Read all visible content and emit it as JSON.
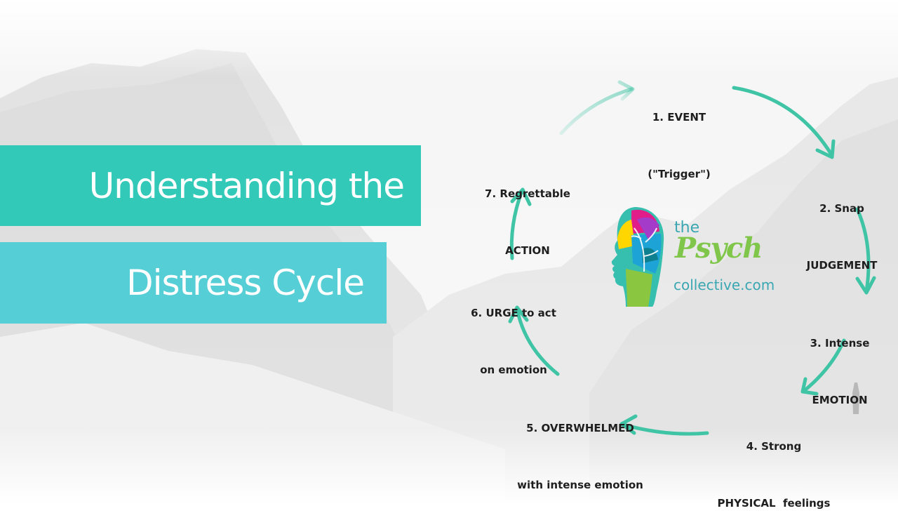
{
  "title": {
    "line1": "Understanding the",
    "line2": "Distress Cycle"
  },
  "colors": {
    "banner_primary": "#33c9b8",
    "banner_secondary": "#55ced6",
    "arrow": "#3fc4a5",
    "text": "#1e1e1e"
  },
  "cycle": {
    "steps": [
      {
        "id": "event",
        "line1": "1. EVENT",
        "line2": "(\"Trigger\")"
      },
      {
        "id": "snap-judgement",
        "line1": "2. Snap",
        "line2": "JUDGEMENT"
      },
      {
        "id": "intense-emotion",
        "line1": "3. Intense",
        "line2": "EMOTION"
      },
      {
        "id": "physical-feelings",
        "line1": "4. Strong",
        "line2": "PHYSICAL  feelings"
      },
      {
        "id": "overwhelmed",
        "line1": "5. OVERWHELMED",
        "line2": "with intense emotion"
      },
      {
        "id": "urge",
        "line1": "6. URGE to act",
        "line2": "on emotion"
      },
      {
        "id": "regrettable-action",
        "line1": "7. Regrettable",
        "line2": "ACTION"
      }
    ]
  },
  "logo": {
    "the": "the",
    "psych": "Psych",
    "domain": "collective.com",
    "icon": "head-profile-icon"
  }
}
